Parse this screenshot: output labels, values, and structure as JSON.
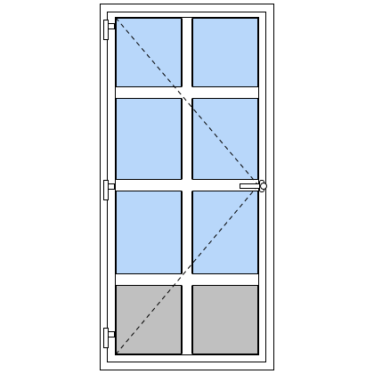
{
  "drawing": {
    "colors": {
      "background": "#ffffff",
      "frame_fill": "#ffffff",
      "line": "#000000",
      "glass": "#b8d7fa",
      "panel": "#c0c0c0",
      "hardware": "#ffffff",
      "opening_indicator": "#000000"
    },
    "glazing_bars": {
      "vertical": 1,
      "horizontal": 3
    },
    "fields": {
      "glass_rows": 3,
      "panel_rows": 1,
      "columns": 2
    },
    "hinges": {
      "side": "left",
      "count": 3
    },
    "handle": {
      "side": "right"
    },
    "opening_indicator": {
      "style": "dashed"
    }
  }
}
